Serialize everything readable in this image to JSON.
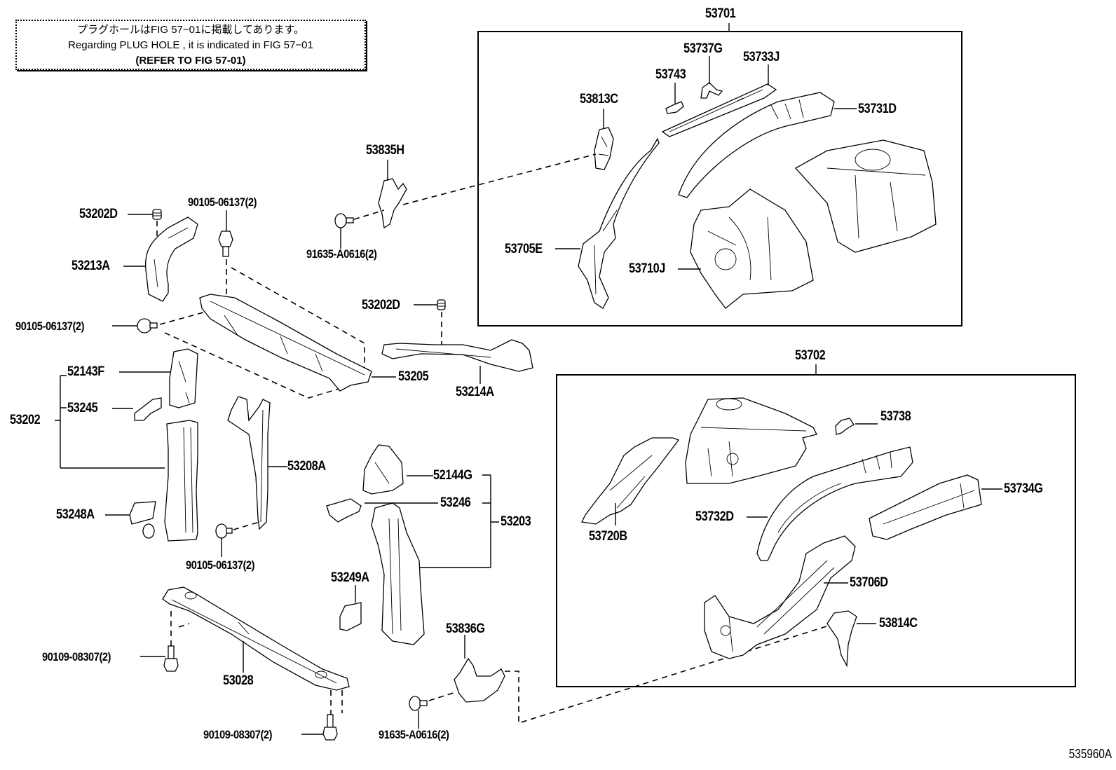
{
  "note": {
    "line1": "プラグホールはFIG 57−01に掲載してあります。",
    "line2": "Regarding  PLUG  HOLE , it is indicated in FIG 57−01",
    "line3": "(REFER TO FIG 57-01)"
  },
  "figure_id": "535960A",
  "assemblies": {
    "upper_right": "53701",
    "lower_right": "53702"
  },
  "labels": {
    "p53737G": "53737G",
    "p53733J": "53733J",
    "p53743": "53743",
    "p53813C": "53813C",
    "p53731D": "53731D",
    "p53705E": "53705E",
    "p53710J": "53710J",
    "p53835H": "53835H",
    "p91635_top": "91635-A0616(2)",
    "p53202D_top": "53202D",
    "p90105_top": "90105-06137(2)",
    "p53213A": "53213A",
    "p90105_left": "90105-06137(2)",
    "p53202D_mid": "53202D",
    "p53205": "53205",
    "p53214A": "53214A",
    "p52143F": "52143F",
    "p53245": "53245",
    "p53202": "53202",
    "p53208A": "53208A",
    "p53248A": "53248A",
    "p90105_bottom": "90105-06137(2)",
    "p52144G": "52144G",
    "p53246": "53246",
    "p53203": "53203",
    "p53249A": "53249A",
    "p53028": "53028",
    "p90109_left": "90109-08307(2)",
    "p90109_bottom": "90109-08307(2)",
    "p53836G": "53836G",
    "p91635_bottom": "91635-A0616(2)",
    "p53738": "53738",
    "p53734G": "53734G",
    "p53732D": "53732D",
    "p53720B": "53720B",
    "p53706D": "53706D",
    "p53814C": "53814C"
  }
}
